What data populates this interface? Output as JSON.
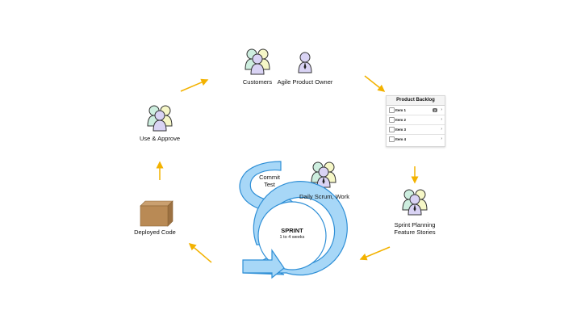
{
  "nodes": {
    "customers": "Customers",
    "agile_product_owner": "Agile Product Owner",
    "use_approve": "Use & Approve",
    "deployed_code": "Deployed Code",
    "daily_scrum": "Daily Scrum, Work",
    "sprint_planning_line1": "Sprint Planning",
    "sprint_planning_line2": "Feature Stories"
  },
  "small_loop": {
    "line1": "Commit",
    "line2": "Test"
  },
  "sprint": {
    "title": "SPRINT",
    "subtitle": "1 to 4 weeks"
  },
  "product_backlog": {
    "title": "Product Backlog",
    "items": [
      {
        "label": "Item 1",
        "badge": "2"
      },
      {
        "label": "Item 2",
        "badge": ""
      },
      {
        "label": "Item 3",
        "badge": ""
      },
      {
        "label": "Item 4",
        "badge": ""
      }
    ]
  },
  "colors": {
    "arrow": "#f3b200",
    "loop_fill": "#a7d7f7",
    "loop_stroke": "#2f8fd6",
    "box": "#b98a55"
  }
}
